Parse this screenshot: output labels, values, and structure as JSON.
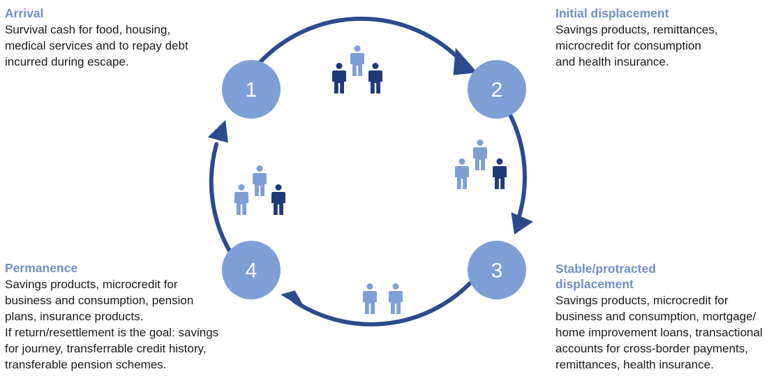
{
  "colors": {
    "arrow": "#2d4a8c",
    "circle": "#7e9fd6",
    "title": "#6f8fc9",
    "person_light": "#7e9fd6",
    "person_dark": "#1f3a7a"
  },
  "stages": [
    {
      "number": "1",
      "title": "Arrival",
      "lines": [
        "Survival cash for food, housing,",
        "medical services and to repay debt",
        "incurred during escape."
      ]
    },
    {
      "number": "2",
      "title": "Initial displacement",
      "lines": [
        "Savings products, remittances,",
        "microcredit for consumption",
        "and health insurance."
      ]
    },
    {
      "number": "3",
      "title_lines": [
        "Stable/protracted",
        "displacement"
      ],
      "lines": [
        "Savings products, microcredit for",
        "business and consumption, mortgage/",
        "home improvement loans, transactional",
        "accounts for cross-border payments,",
        "remittances, health insurance."
      ]
    },
    {
      "number": "4",
      "title": "Permanence",
      "lines": [
        "Savings products, microcredit for",
        "business and consumption, pension",
        "plans, insurance products.",
        "If return/resettlement is the goal: savings",
        "for journey, transferrable credit history,",
        "transferable pension schemes."
      ]
    }
  ],
  "people_groups": [
    {
      "name": "group-top",
      "shades": [
        "dark",
        "light",
        "dark"
      ]
    },
    {
      "name": "group-right",
      "shades": [
        "light",
        "light",
        "dark"
      ]
    },
    {
      "name": "group-bottom",
      "shades": [
        "light",
        "light"
      ]
    },
    {
      "name": "group-left",
      "shades": [
        "light",
        "light",
        "dark"
      ]
    }
  ]
}
